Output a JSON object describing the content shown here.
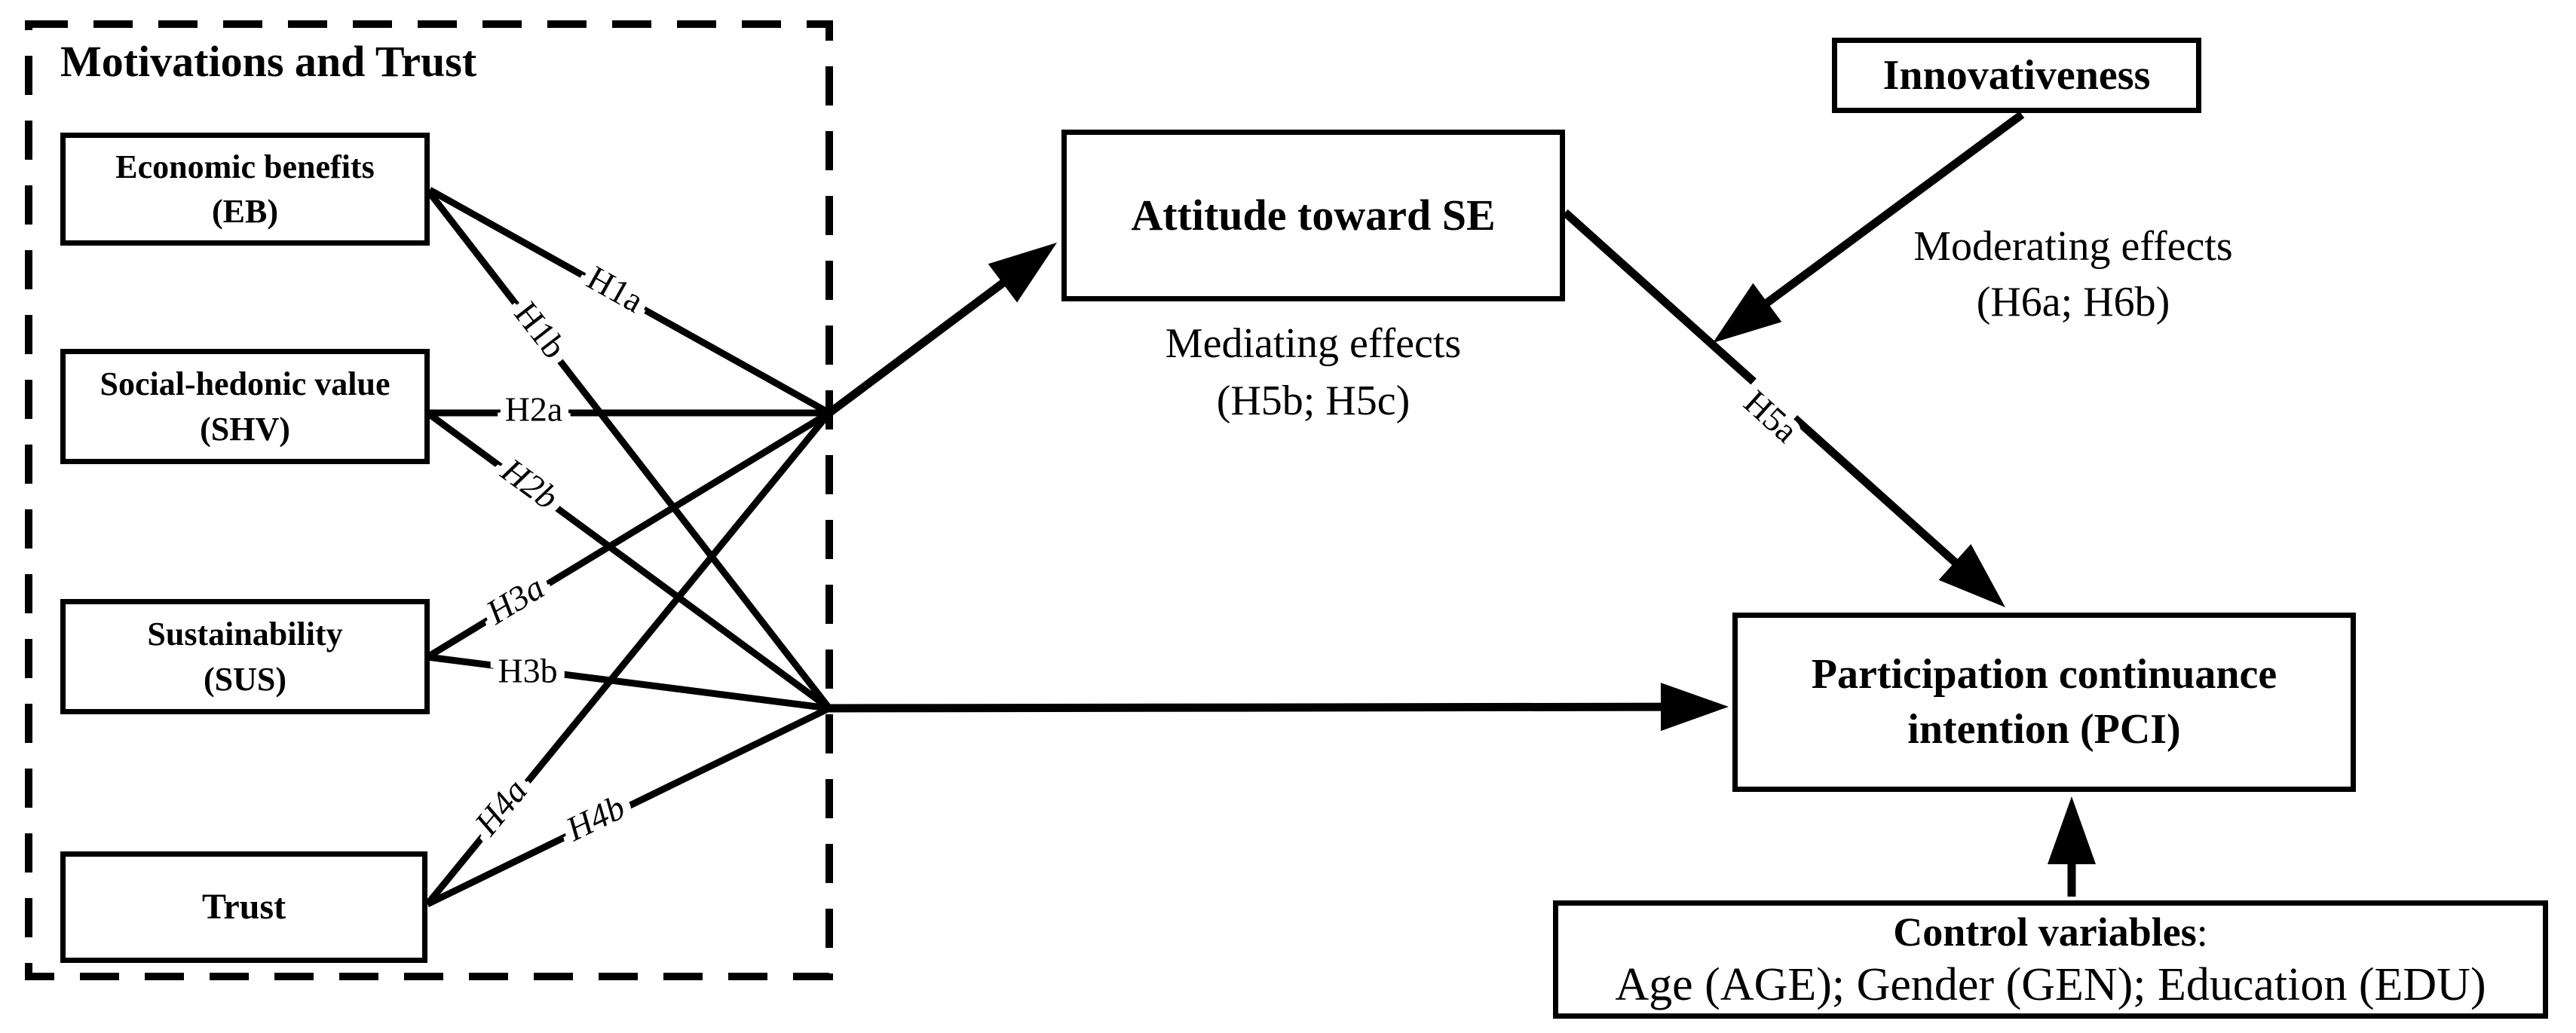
{
  "diagram": {
    "group_box": {
      "title": "Motivations and Trust"
    },
    "boxes": {
      "eb": {
        "line1": "Economic benefits",
        "line2": "(EB)"
      },
      "shv": {
        "line1": "Social-hedonic value",
        "line2": "(SHV)"
      },
      "sus": {
        "line1": "Sustainability",
        "line2": "(SUS)"
      },
      "trust": {
        "line1": "Trust"
      },
      "attitude": {
        "line1": "Attitude toward SE"
      },
      "innovativeness": {
        "line1": "Innovativeness"
      },
      "pci": {
        "line1": "Participation continuance",
        "line2": "intention (PCI)"
      },
      "control": {
        "title": "Control variables",
        "title_suffix": ":",
        "line2": "Age (AGE); Gender (GEN); Education (EDU)"
      }
    },
    "hypotheses": {
      "h1a": "H1a",
      "h1b": "H1b",
      "h2a": "H2a",
      "h2b": "H2b",
      "h3a": "H3a",
      "h3b": "H3b",
      "h4a": "H4a",
      "h4b": "H4b",
      "h5a": "H5a"
    },
    "annotations": {
      "mediating_line1": "Mediating effects",
      "mediating_line2": "(H5b; H5c)",
      "moderating_line1": "Moderating effects",
      "moderating_line2": "(H6a; H6b)"
    },
    "colors": {
      "ink": "#000000",
      "background": "#ffffff"
    }
  }
}
